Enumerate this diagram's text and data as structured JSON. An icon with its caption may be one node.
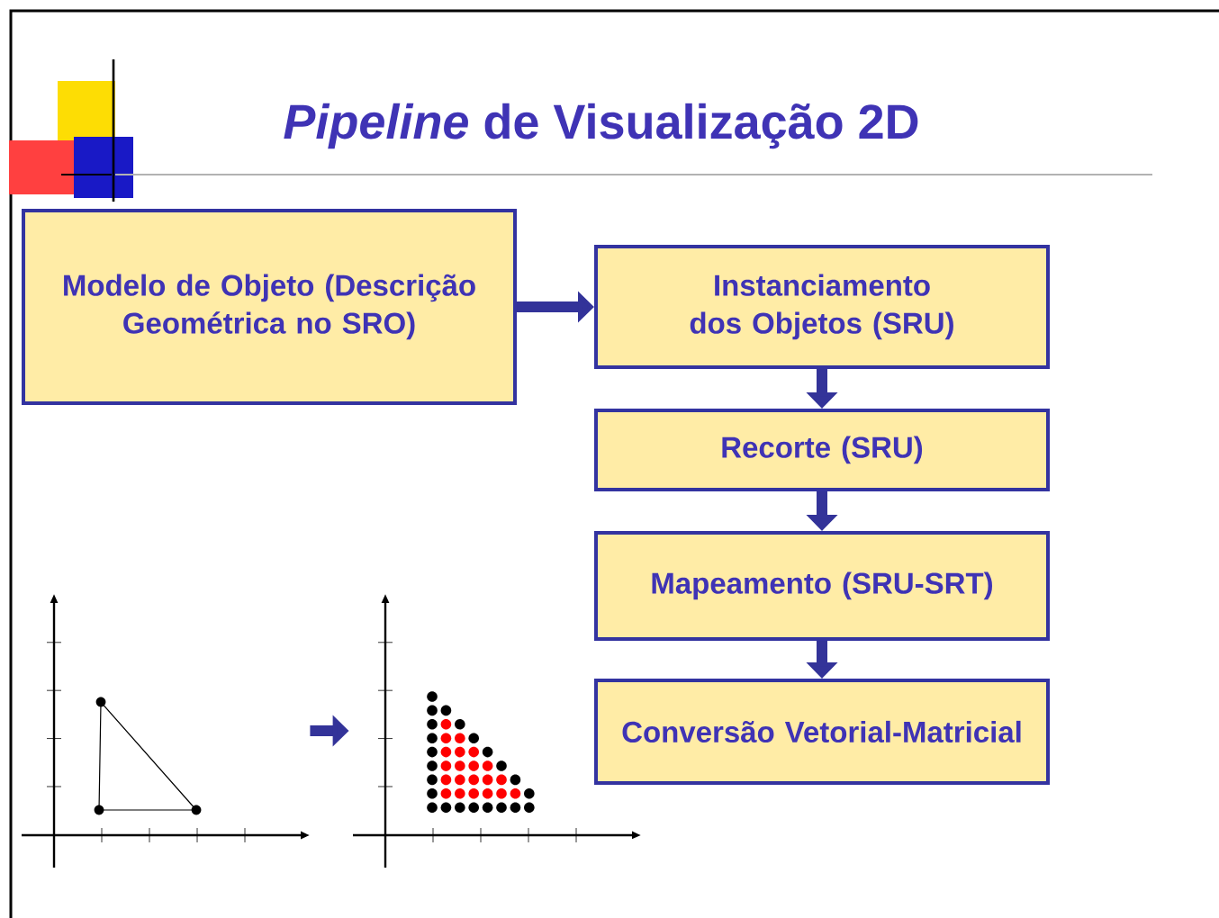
{
  "diagram": {
    "title": "*Pipeline* de Visualização 2D",
    "nodes": [
      {
        "text": [
          "Modelo de Objeto (Descrição Geométrica no SRO)"
        ]
      },
      {
        "text": [
          "Instanciamento dos Objetos (SRU)"
        ]
      },
      {
        "text": [
          "Recorte (SRU)"
        ]
      },
      {
        "text": [
          "Mapeamento (SRU-SRT)"
        ]
      },
      {
        "text": [
          "Conversão Vetorial-Matricial"
        ]
      },
      {
        "text": [],
        "shape": "picture"
      },
      {
        "text": [],
        "shape": "picture"
      }
    ],
    "edges": [
      {
        "from": 0,
        "to": 1,
        "arrow": "to"
      },
      {
        "from": 1,
        "to": 2,
        "arrow": "to"
      },
      {
        "from": 2,
        "to": 3,
        "arrow": "to"
      },
      {
        "from": 3,
        "to": 4,
        "arrow": "to"
      },
      {
        "from": 5,
        "to": 6,
        "arrow": "to"
      }
    ]
  }
}
